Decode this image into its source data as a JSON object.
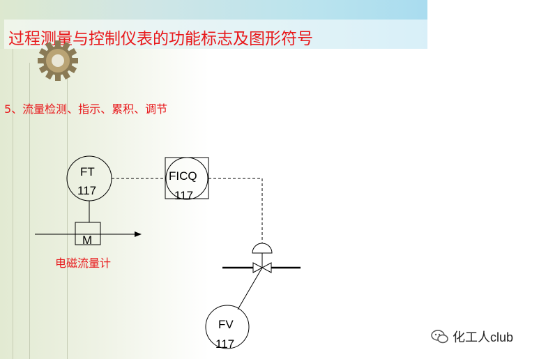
{
  "slide": {
    "title": "过程测量与控制仪表的功能标志及图形符号",
    "subtitle": "5、流量检测、指示、累积、调节"
  },
  "diagram": {
    "ft": {
      "line1": "FT",
      "line2": "117"
    },
    "ficq": {
      "line1": "FICQ",
      "line2": "117"
    },
    "meter": {
      "symbol": "M",
      "caption": "电磁流量计"
    },
    "fv": {
      "line1": "FV",
      "line2": "117"
    }
  },
  "watermark": {
    "text": "化工人club"
  },
  "colors": {
    "title": "#e8181b",
    "line": "#000000"
  }
}
